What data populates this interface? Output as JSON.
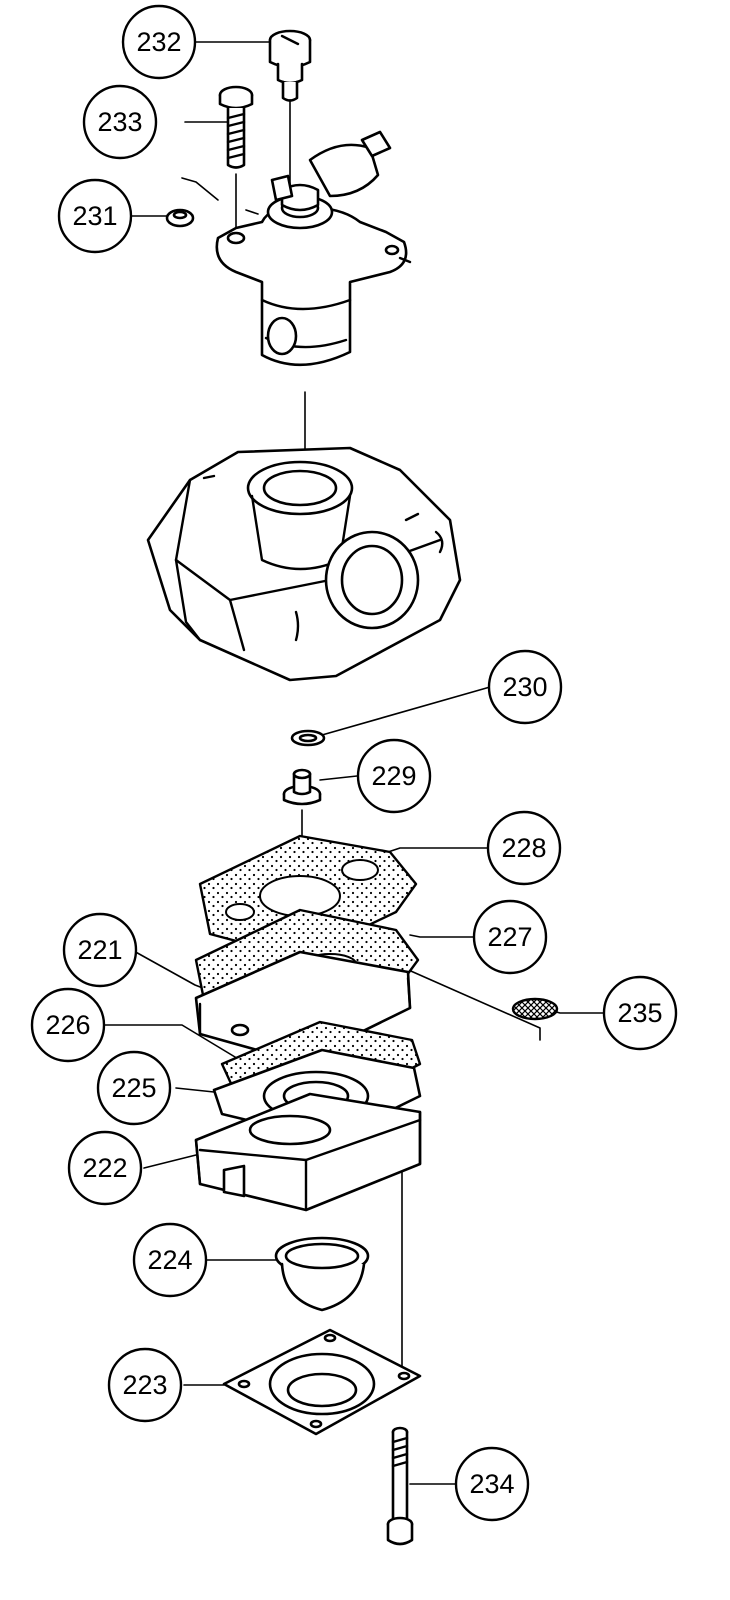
{
  "callouts": [
    {
      "id": "232",
      "label": "232"
    },
    {
      "id": "233",
      "label": "233"
    },
    {
      "id": "231",
      "label": "231"
    },
    {
      "id": "230",
      "label": "230"
    },
    {
      "id": "229",
      "label": "229"
    },
    {
      "id": "228",
      "label": "228"
    },
    {
      "id": "227",
      "label": "227"
    },
    {
      "id": "221",
      "label": "221"
    },
    {
      "id": "235",
      "label": "235"
    },
    {
      "id": "226",
      "label": "226"
    },
    {
      "id": "225",
      "label": "225"
    },
    {
      "id": "222",
      "label": "222"
    },
    {
      "id": "224",
      "label": "224"
    },
    {
      "id": "223",
      "label": "223"
    },
    {
      "id": "234",
      "label": "234"
    }
  ]
}
